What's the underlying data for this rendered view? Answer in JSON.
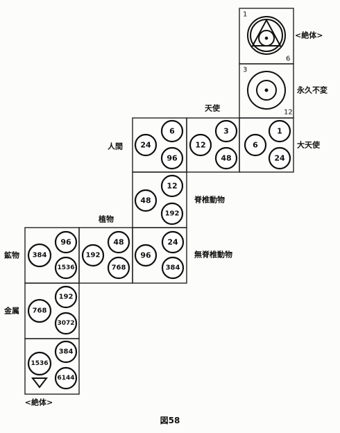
{
  "blocks": {
    "absolute_top": {
      "corner_tl": "1",
      "corner_br": "6",
      "label": "<絶体>"
    },
    "eternal": {
      "corner_tl": "3",
      "corner_br": "12",
      "label": "永久不変"
    },
    "archangel": {
      "big": "6",
      "small_top": "1",
      "small_bottom": "24",
      "label": "大天使"
    },
    "angel": {
      "big": "12",
      "small_top": "3",
      "small_bottom": "48",
      "label": "天使"
    },
    "human": {
      "big": "24",
      "small_top": "6",
      "small_bottom": "96",
      "label": "人間"
    },
    "vertebrate": {
      "big": "48",
      "small_top": "12",
      "small_bottom": "192",
      "label": "脊椎動物"
    },
    "plant": {
      "big": "192",
      "small_top": "48",
      "small_bottom": "768",
      "label": "植物"
    },
    "invertebrate": {
      "big": "96",
      "small_top": "24",
      "small_bottom": "384",
      "label": "無脊椎動物"
    },
    "mineral": {
      "big": "384",
      "small_top": "96",
      "small_bottom": "1536",
      "label": "鉱物"
    },
    "metal": {
      "big": "768",
      "small_top": "192",
      "small_bottom": "3072",
      "label": "金属"
    },
    "absolute_bottom": {
      "big": "1536",
      "small_top": "384",
      "small_bottom": "6144",
      "label": "<絶体>"
    }
  },
  "caption": "図58"
}
